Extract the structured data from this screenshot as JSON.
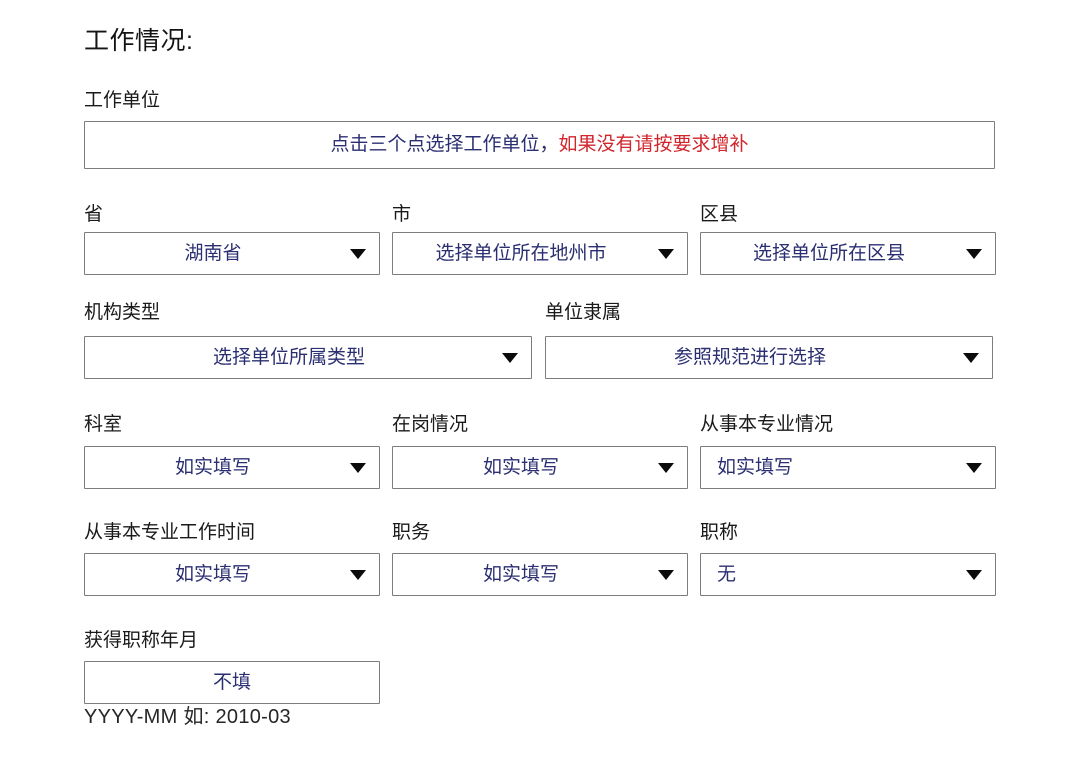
{
  "page": {
    "section_title": "工作情况:",
    "accent_text_color": "#2b2f72",
    "warning_text_color": "#d0262c",
    "label_color": "#1a1a1a",
    "border_color": "#7d7d7d",
    "background_color": "#ffffff"
  },
  "work_unit": {
    "label": "工作单位",
    "value_primary": "点击三个点选择工作单位，",
    "value_warning": "如果没有请按要求增补"
  },
  "region": {
    "province": {
      "label": "省",
      "value": "湖南省",
      "caret": "chevron-down-icon"
    },
    "city": {
      "label": "市",
      "value": "选择单位所在地州市",
      "caret": "chevron-down-icon"
    },
    "district": {
      "label": "区县",
      "value": "选择单位所在区县",
      "caret": "chevron-down-icon"
    }
  },
  "org": {
    "org_type": {
      "label": "机构类型",
      "value": "选择单位所属类型",
      "caret": "chevron-down-icon"
    },
    "affiliation": {
      "label": "单位隶属",
      "value": "参照规范进行选择",
      "caret": "chevron-down-icon"
    }
  },
  "duty": {
    "department": {
      "label": "科室",
      "value": "如实填写",
      "caret": "chevron-down-icon"
    },
    "on_post": {
      "label": "在岗情况",
      "value": "如实填写",
      "caret": "chevron-down-icon"
    },
    "major_status": {
      "label": "从事本专业情况",
      "value": "如实填写",
      "caret": "chevron-down-icon"
    }
  },
  "career": {
    "work_years": {
      "label": "从事本专业工作时间",
      "value": "如实填写",
      "caret": "chevron-down-icon"
    },
    "position": {
      "label": "职务",
      "value": "如实填写",
      "caret": "chevron-down-icon"
    },
    "title": {
      "label": "职称",
      "value": "无",
      "caret": "chevron-down-icon"
    }
  },
  "title_date": {
    "label": "获得职称年月",
    "value": "不填",
    "hint": "YYYY-MM 如: 2010-03"
  }
}
